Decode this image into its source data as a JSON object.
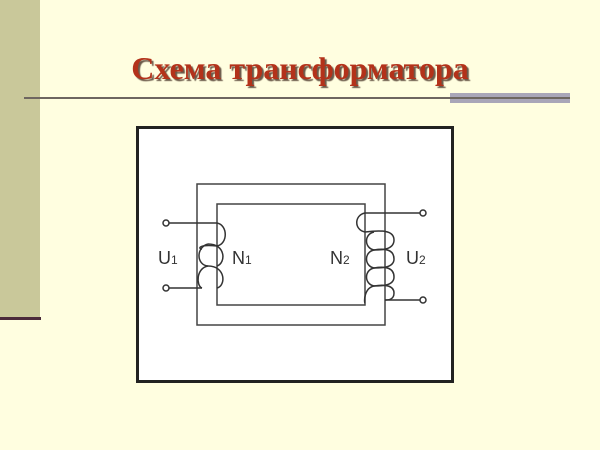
{
  "slide": {
    "title": "Схема трансформатора"
  },
  "diagram": {
    "description": "Transformer schematic: rectangular core with primary winding N1 (2 turns) on left limb and secondary winding N2 (4 turns) on right limb",
    "labels": {
      "primary_voltage": "U",
      "primary_voltage_sub": "1",
      "primary_turns": "N",
      "primary_turns_sub": "1",
      "secondary_turns": "N",
      "secondary_turns_sub": "2",
      "secondary_voltage": "U",
      "secondary_voltage_sub": "2"
    },
    "primary_coil_turns": 2,
    "secondary_coil_turns": 4
  },
  "colors": {
    "background": "#fffee0",
    "side_strip": "#c9c89a",
    "title": "#b3321a",
    "accent_bar": "#a9a6b8",
    "diagram_line": "#333333"
  }
}
